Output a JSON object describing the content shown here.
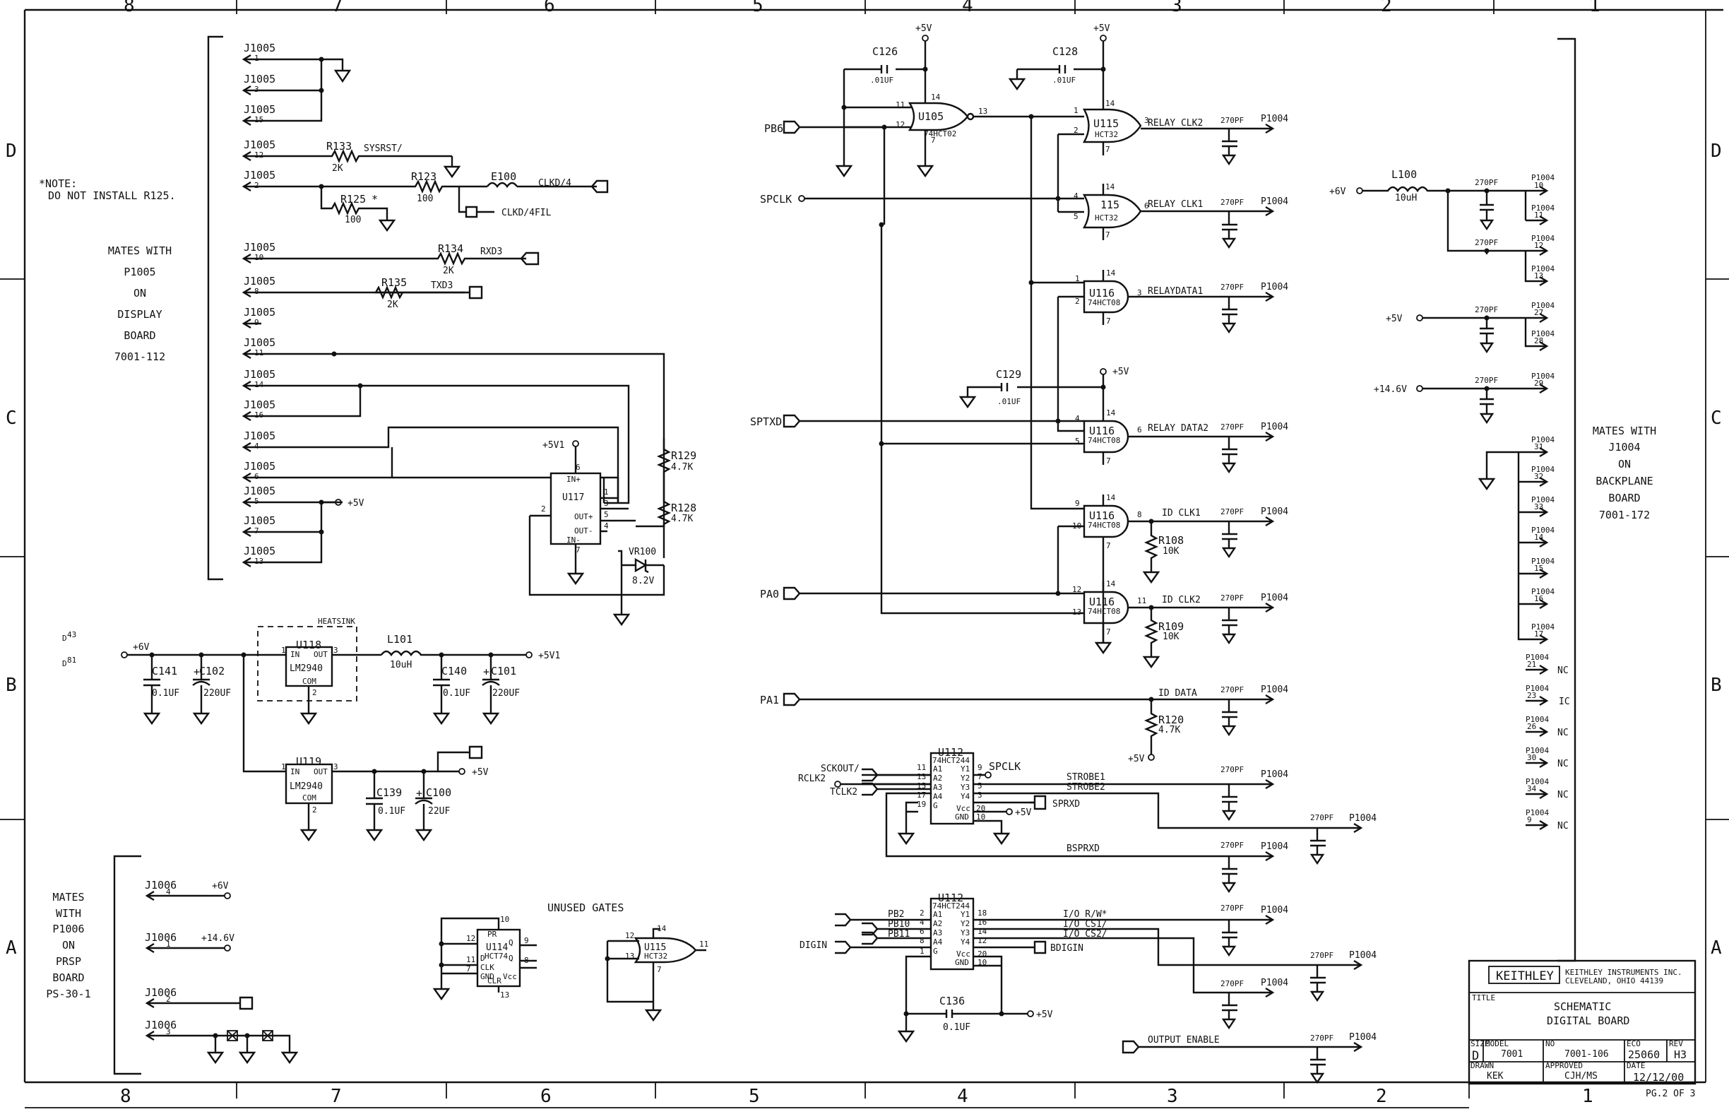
{
  "zones": {
    "top": [
      "8",
      "7",
      "6",
      "5",
      "4",
      "3",
      "2",
      "1"
    ],
    "bottom": [
      "8",
      "7",
      "6",
      "5",
      "4",
      "3",
      "2",
      "1"
    ],
    "left": [
      "D",
      "C",
      "B",
      "A"
    ],
    "right": [
      "D",
      "C",
      "B",
      "A"
    ]
  },
  "notes": {
    "install_note_1": "*NOTE:",
    "install_note_2": "DO NOT INSTALL R125.",
    "unused_gates": "UNUSED GATES",
    "heatsink": "HEATSINK"
  },
  "mates": {
    "p1005": [
      "MATES WITH",
      "P1005",
      "ON",
      "DISPLAY",
      "BOARD",
      "7001-112"
    ],
    "j1004": [
      "MATES WITH",
      "J1004",
      "ON",
      "BACKPLANE",
      "BOARD",
      "7001-172"
    ],
    "p1006": [
      "MATES",
      "WITH",
      "P1006",
      "ON",
      "PRSP",
      "BOARD",
      "PS-30-1"
    ]
  },
  "j1005_pins": [
    "1",
    "3",
    "15",
    "12",
    "2",
    "10",
    "8",
    "9",
    "11",
    "14",
    "16",
    "4",
    "6",
    "5",
    "7",
    "13"
  ],
  "j1005_label": "J1005",
  "j1006_label": "J1006",
  "j1006_pins": [
    "4",
    "1",
    "2",
    "3"
  ],
  "p1004_label": "P1004",
  "p1004_right_pins": [
    "10",
    "11",
    "12",
    "13",
    "27",
    "28",
    "29",
    "31",
    "32",
    "33",
    "14",
    "15",
    "16",
    "17",
    "21",
    "23",
    "26",
    "30",
    "34",
    "9"
  ],
  "nc": "NC",
  "ic": "IC",
  "nets": {
    "sysrst": "SYSRST/",
    "clkd4": "CLKD/4",
    "clkd4fil": "CLKD/4FIL",
    "rxd3": "RXD3",
    "txd3": "TXD3",
    "relay_clk2": "RELAY CLK2",
    "relay_clk1": "RELAY CLK1",
    "relaydata1": "RELAYDATA1",
    "relay_data2": "RELAY DATA2",
    "id_clk1": "ID CLK1",
    "id_clk2": "ID CLK2",
    "id_data": "ID DATA",
    "strobe1": "STROBE1",
    "strobe2": "STROBE2",
    "bsprxd": "BSPRXD",
    "io_rw": "I/O R/W*",
    "io_cs1": "I/O CS1/",
    "io_cs2": "I/O CS2/",
    "bdigin": "BDIGIN",
    "output_enable": "OUTPUT ENABLE",
    "pb6": "PB6",
    "spclk": "SPCLK",
    "sptxd": "SPTXD",
    "pa0": "PA0",
    "pa1": "PA1",
    "sckout": "SCKOUT/",
    "rclk2": "RCLK2",
    "tclk2": "TCLK2",
    "sprxd": "SPRXD",
    "pb2": "PB2",
    "pb10": "PB10",
    "pb11": "PB11",
    "digin": "DIGIN"
  },
  "rails": {
    "p5v": "+5V",
    "p6v": "+6V",
    "p5v1": "+5V1",
    "p14v6": "+14.6V"
  },
  "parts": {
    "R133": [
      "R133",
      "2K"
    ],
    "R123": [
      "R123",
      "100"
    ],
    "R125": [
      "R125",
      "100"
    ],
    "R134": [
      "R134",
      "2K"
    ],
    "R135": [
      "R135",
      "2K"
    ],
    "R129": [
      "R129",
      "4.7K"
    ],
    "R128": [
      "R128",
      "4.7K"
    ],
    "R108": [
      "R108",
      "10K"
    ],
    "R109": [
      "R109",
      "10K"
    ],
    "R120": [
      "R120",
      "4.7K"
    ],
    "E100": [
      "E100"
    ],
    "L100": [
      "L100",
      "10uH"
    ],
    "L101": [
      "L101",
      "10uH"
    ],
    "VR100": [
      "VR100",
      "8.2V"
    ],
    "C126": [
      "C126",
      ".01UF"
    ],
    "C128": [
      "C128",
      ".01UF"
    ],
    "C129": [
      "C129",
      ".01UF"
    ],
    "C141": [
      "C141",
      "0.1UF"
    ],
    "C102": [
      "C102",
      "220UF"
    ],
    "C140": [
      "C140",
      "0.1UF"
    ],
    "C101": [
      "C101",
      "220UF"
    ],
    "C139": [
      "C139",
      "0.1UF"
    ],
    "C100": [
      "C100",
      "22UF"
    ],
    "C136": [
      "C136",
      "0.1UF"
    ],
    "cap270": "270PF",
    "U105": [
      "U105",
      "74HCT02"
    ],
    "U115": [
      "U115",
      "HCT32"
    ],
    "U116": [
      "U116",
      "74HCT08"
    ],
    "U117": [
      "U117"
    ],
    "U118": [
      "U118",
      "LM2940"
    ],
    "U119": [
      "U119",
      "LM2940"
    ],
    "U112": [
      "U112",
      "74HCT244"
    ],
    "U114": [
      "U114",
      "HCT74"
    ]
  },
  "title_block": {
    "company": "KEITHLEY",
    "company_sub1": "KEITHLEY INSTRUMENTS INC.",
    "company_sub2": "CLEVELAND, OHIO 44139",
    "title_label": "TITLE",
    "title1": "SCHEMATIC",
    "title2": "DIGITAL BOARD",
    "size_label": "SIZE",
    "size": "D",
    "model_label": "MODEL",
    "model": "7001",
    "no_label": "NO",
    "no": "7001-106",
    "eco_label": "ECO",
    "eco": "25060",
    "rev_label": "REV",
    "rev": "H3",
    "drawn_label": "DRAWN",
    "drawn": "KEK",
    "approved_label": "APPROVED",
    "approved": "CJH/MS",
    "date_label": "DATE",
    "date": "12/12/00",
    "page": "PG.2 OF 3"
  }
}
